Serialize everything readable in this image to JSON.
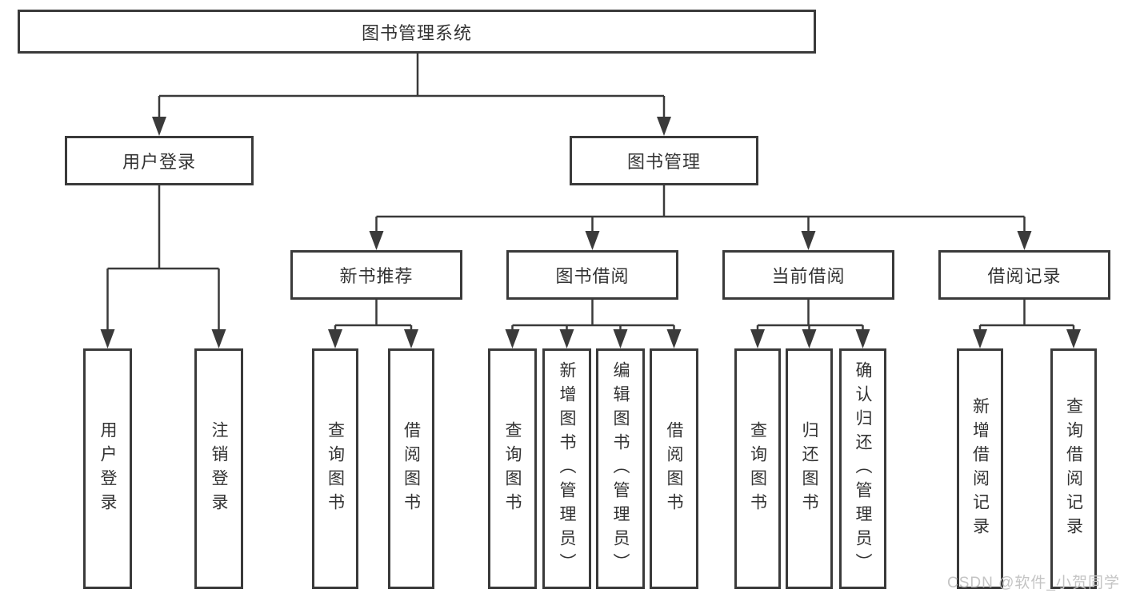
{
  "tree": {
    "root": {
      "label": "图书管理系统"
    },
    "branches": [
      {
        "label": "用户登录",
        "children": [
          {
            "label": "用户登录"
          },
          {
            "label": "注销登录"
          }
        ]
      },
      {
        "label": "图书管理",
        "sections": [
          {
            "label": "新书推荐",
            "children": [
              {
                "label": "查询图书"
              },
              {
                "label": "借阅图书"
              }
            ]
          },
          {
            "label": "图书借阅",
            "children": [
              {
                "label": "查询图书"
              },
              {
                "label": "新增图书（管理员）"
              },
              {
                "label": "编辑图书（管理员）"
              },
              {
                "label": "借阅图书"
              }
            ]
          },
          {
            "label": "当前借阅",
            "children": [
              {
                "label": "查询图书"
              },
              {
                "label": "归还图书"
              },
              {
                "label": "确认归还（管理员）"
              }
            ]
          },
          {
            "label": "借阅记录",
            "children": [
              {
                "label": "新增借阅记录"
              },
              {
                "label": "查询借阅记录"
              }
            ]
          }
        ]
      }
    ]
  },
  "watermark": {
    "text": "CSDN @软件_小贺同学"
  },
  "colors": {
    "line": "#3a3a3a",
    "text": "#333333",
    "watermark": "#c4c4c4",
    "background": "#ffffff"
  }
}
